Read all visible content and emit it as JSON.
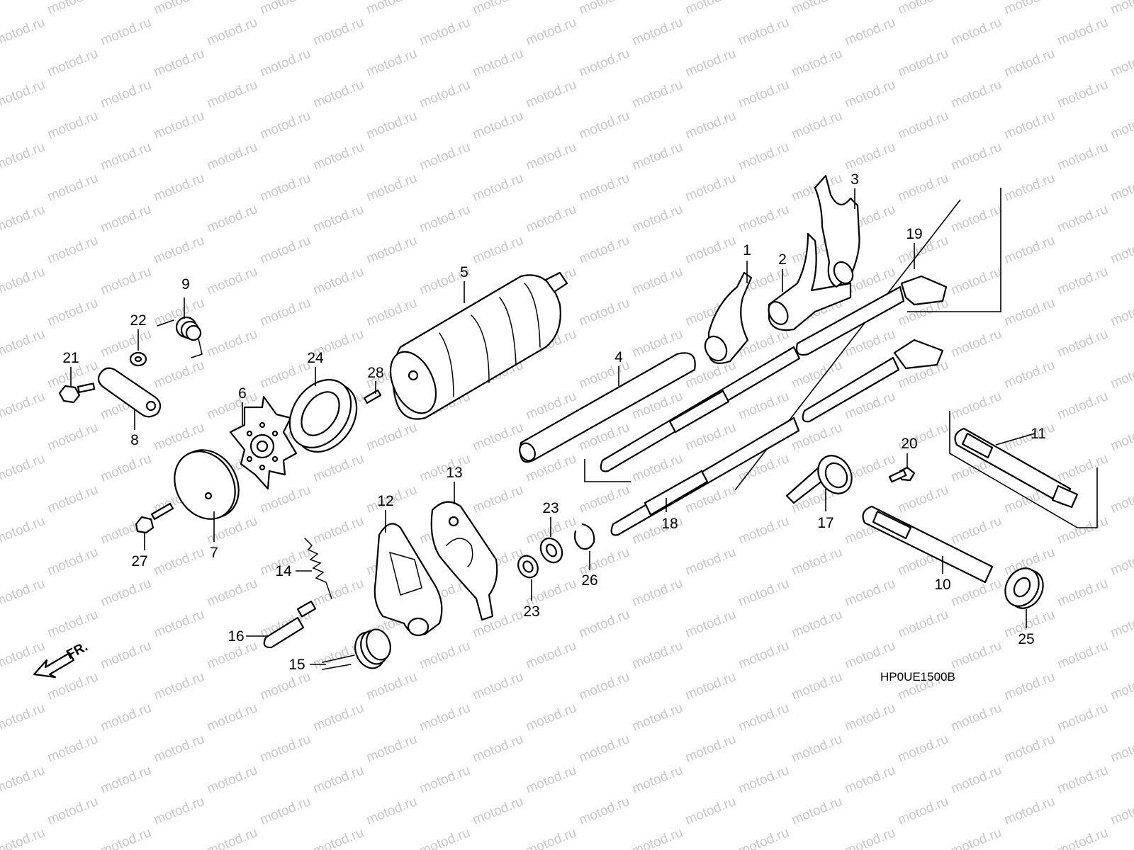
{
  "watermark": "motod.ru",
  "diagram_code": "HP0UE1500B",
  "direction_label": "FR.",
  "callouts": [
    "1",
    "2",
    "3",
    "4",
    "5",
    "6",
    "7",
    "8",
    "9",
    "10",
    "11",
    "12",
    "13",
    "14",
    "15",
    "16",
    "17",
    "18",
    "19",
    "20",
    "21",
    "22",
    "23",
    "23",
    "24",
    "25",
    "26",
    "27",
    "28"
  ],
  "colors": {
    "line": "#000000",
    "background": "#ffffff",
    "watermark": "#c8c8c8"
  }
}
